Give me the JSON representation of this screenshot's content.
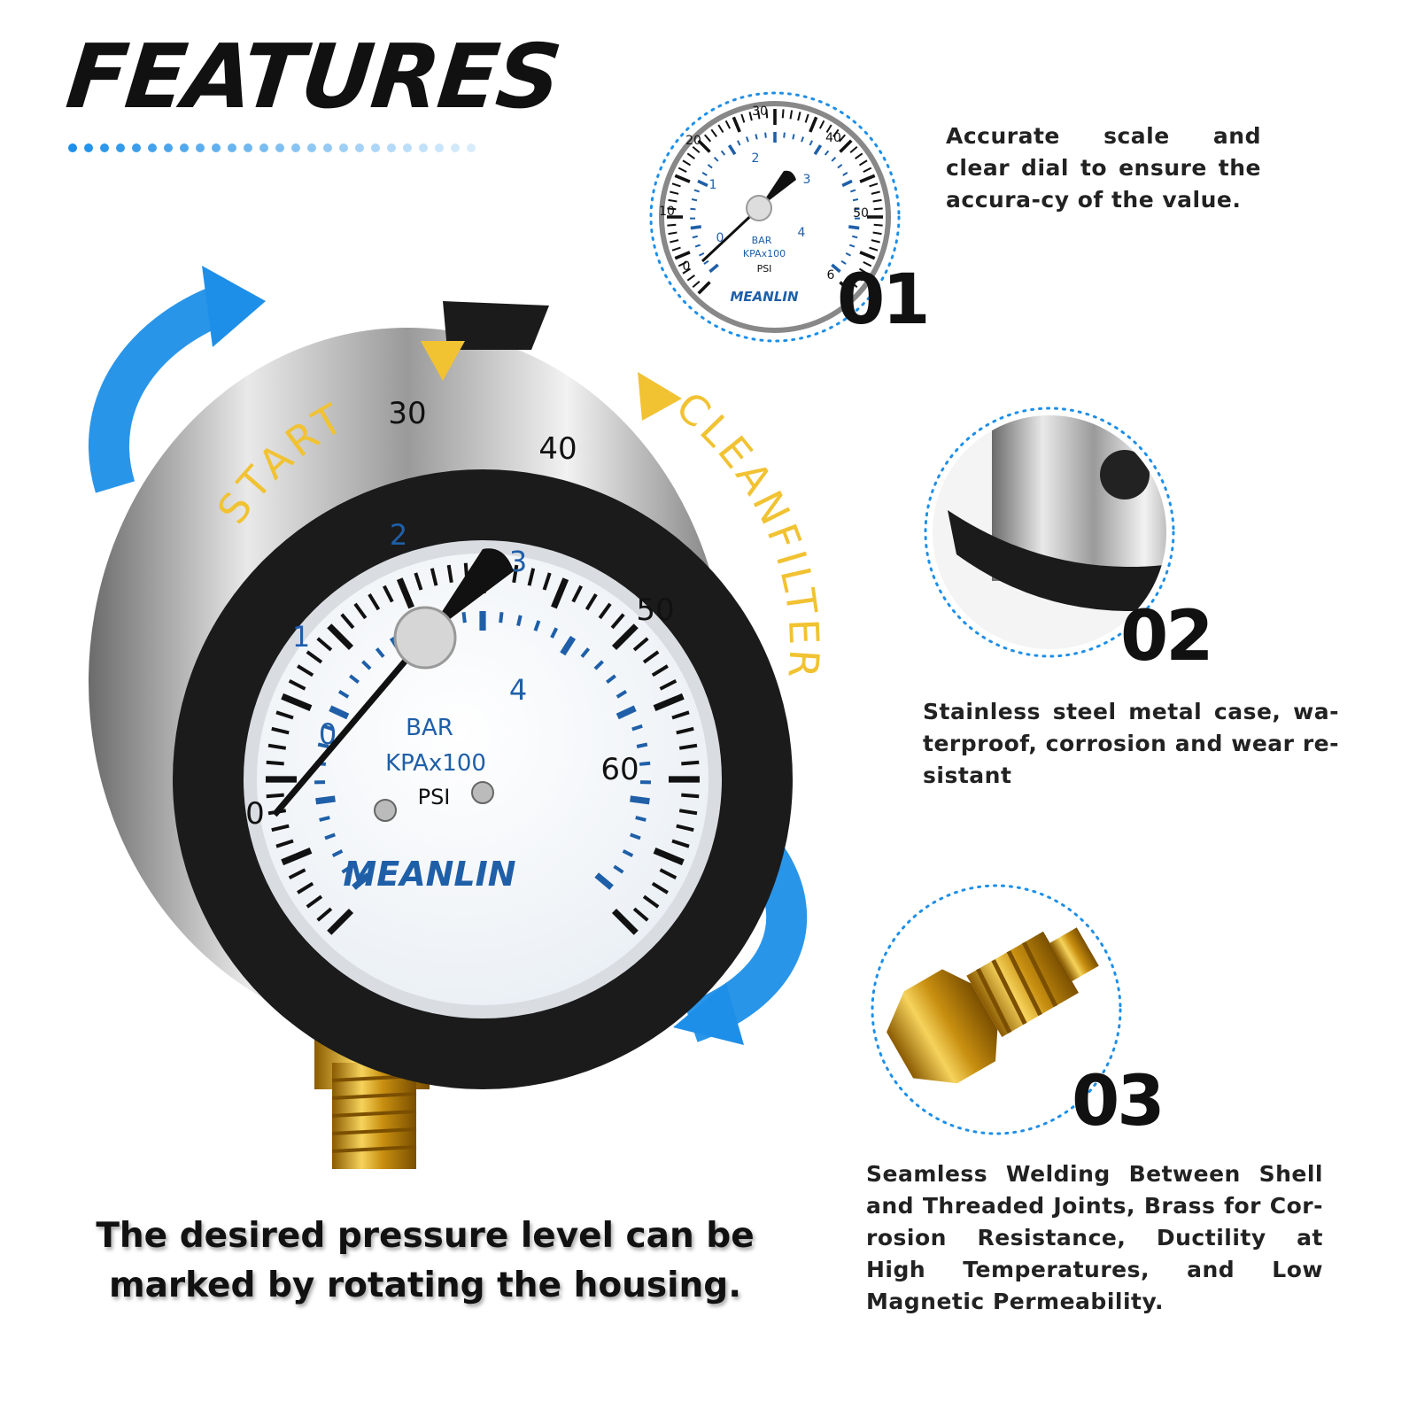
{
  "headline": "FEATURES",
  "main_gauge": {
    "brand": "MEANLIN",
    "units": [
      "BAR",
      "KPAx100",
      "PSI"
    ],
    "psi_scale": [
      "0",
      "30",
      "40",
      "50",
      "60"
    ],
    "bar_scale": [
      "0",
      "1",
      "2",
      "3",
      "4"
    ],
    "ring_labels": {
      "start": "START",
      "clean_filter": "CLEANFILTER"
    }
  },
  "small_gauge": {
    "brand": "MEANLIN",
    "units": [
      "BAR",
      "KPAx100",
      "PSI"
    ],
    "psi_scale": [
      "0",
      "10",
      "20",
      "30",
      "40",
      "50",
      "6"
    ],
    "bar_scale": [
      "0",
      "1",
      "2",
      "3",
      "4"
    ]
  },
  "features": [
    {
      "number": "01",
      "text": "Accurate scale and clear dial to ensure the accura-cy of the value."
    },
    {
      "number": "02",
      "text": "Stainless steel metal case, wa-terproof, corrosion and wear re-sistant"
    },
    {
      "number": "03",
      "text": "Seamless Welding Between Shell and Threaded Joints, Brass for Cor-rosion Resistance, Ductility at High Temperatures, and Low Magnetic Permeability."
    }
  ],
  "caption": "The desired pressure level can be marked by rotating the housing.",
  "colors": {
    "accent_blue": "#1e8fe8",
    "ring_yellow": "#f1c232",
    "brand_blue": "#1f5fa8",
    "ring_black": "#1b1b1b",
    "brass": "#d4a11e"
  }
}
